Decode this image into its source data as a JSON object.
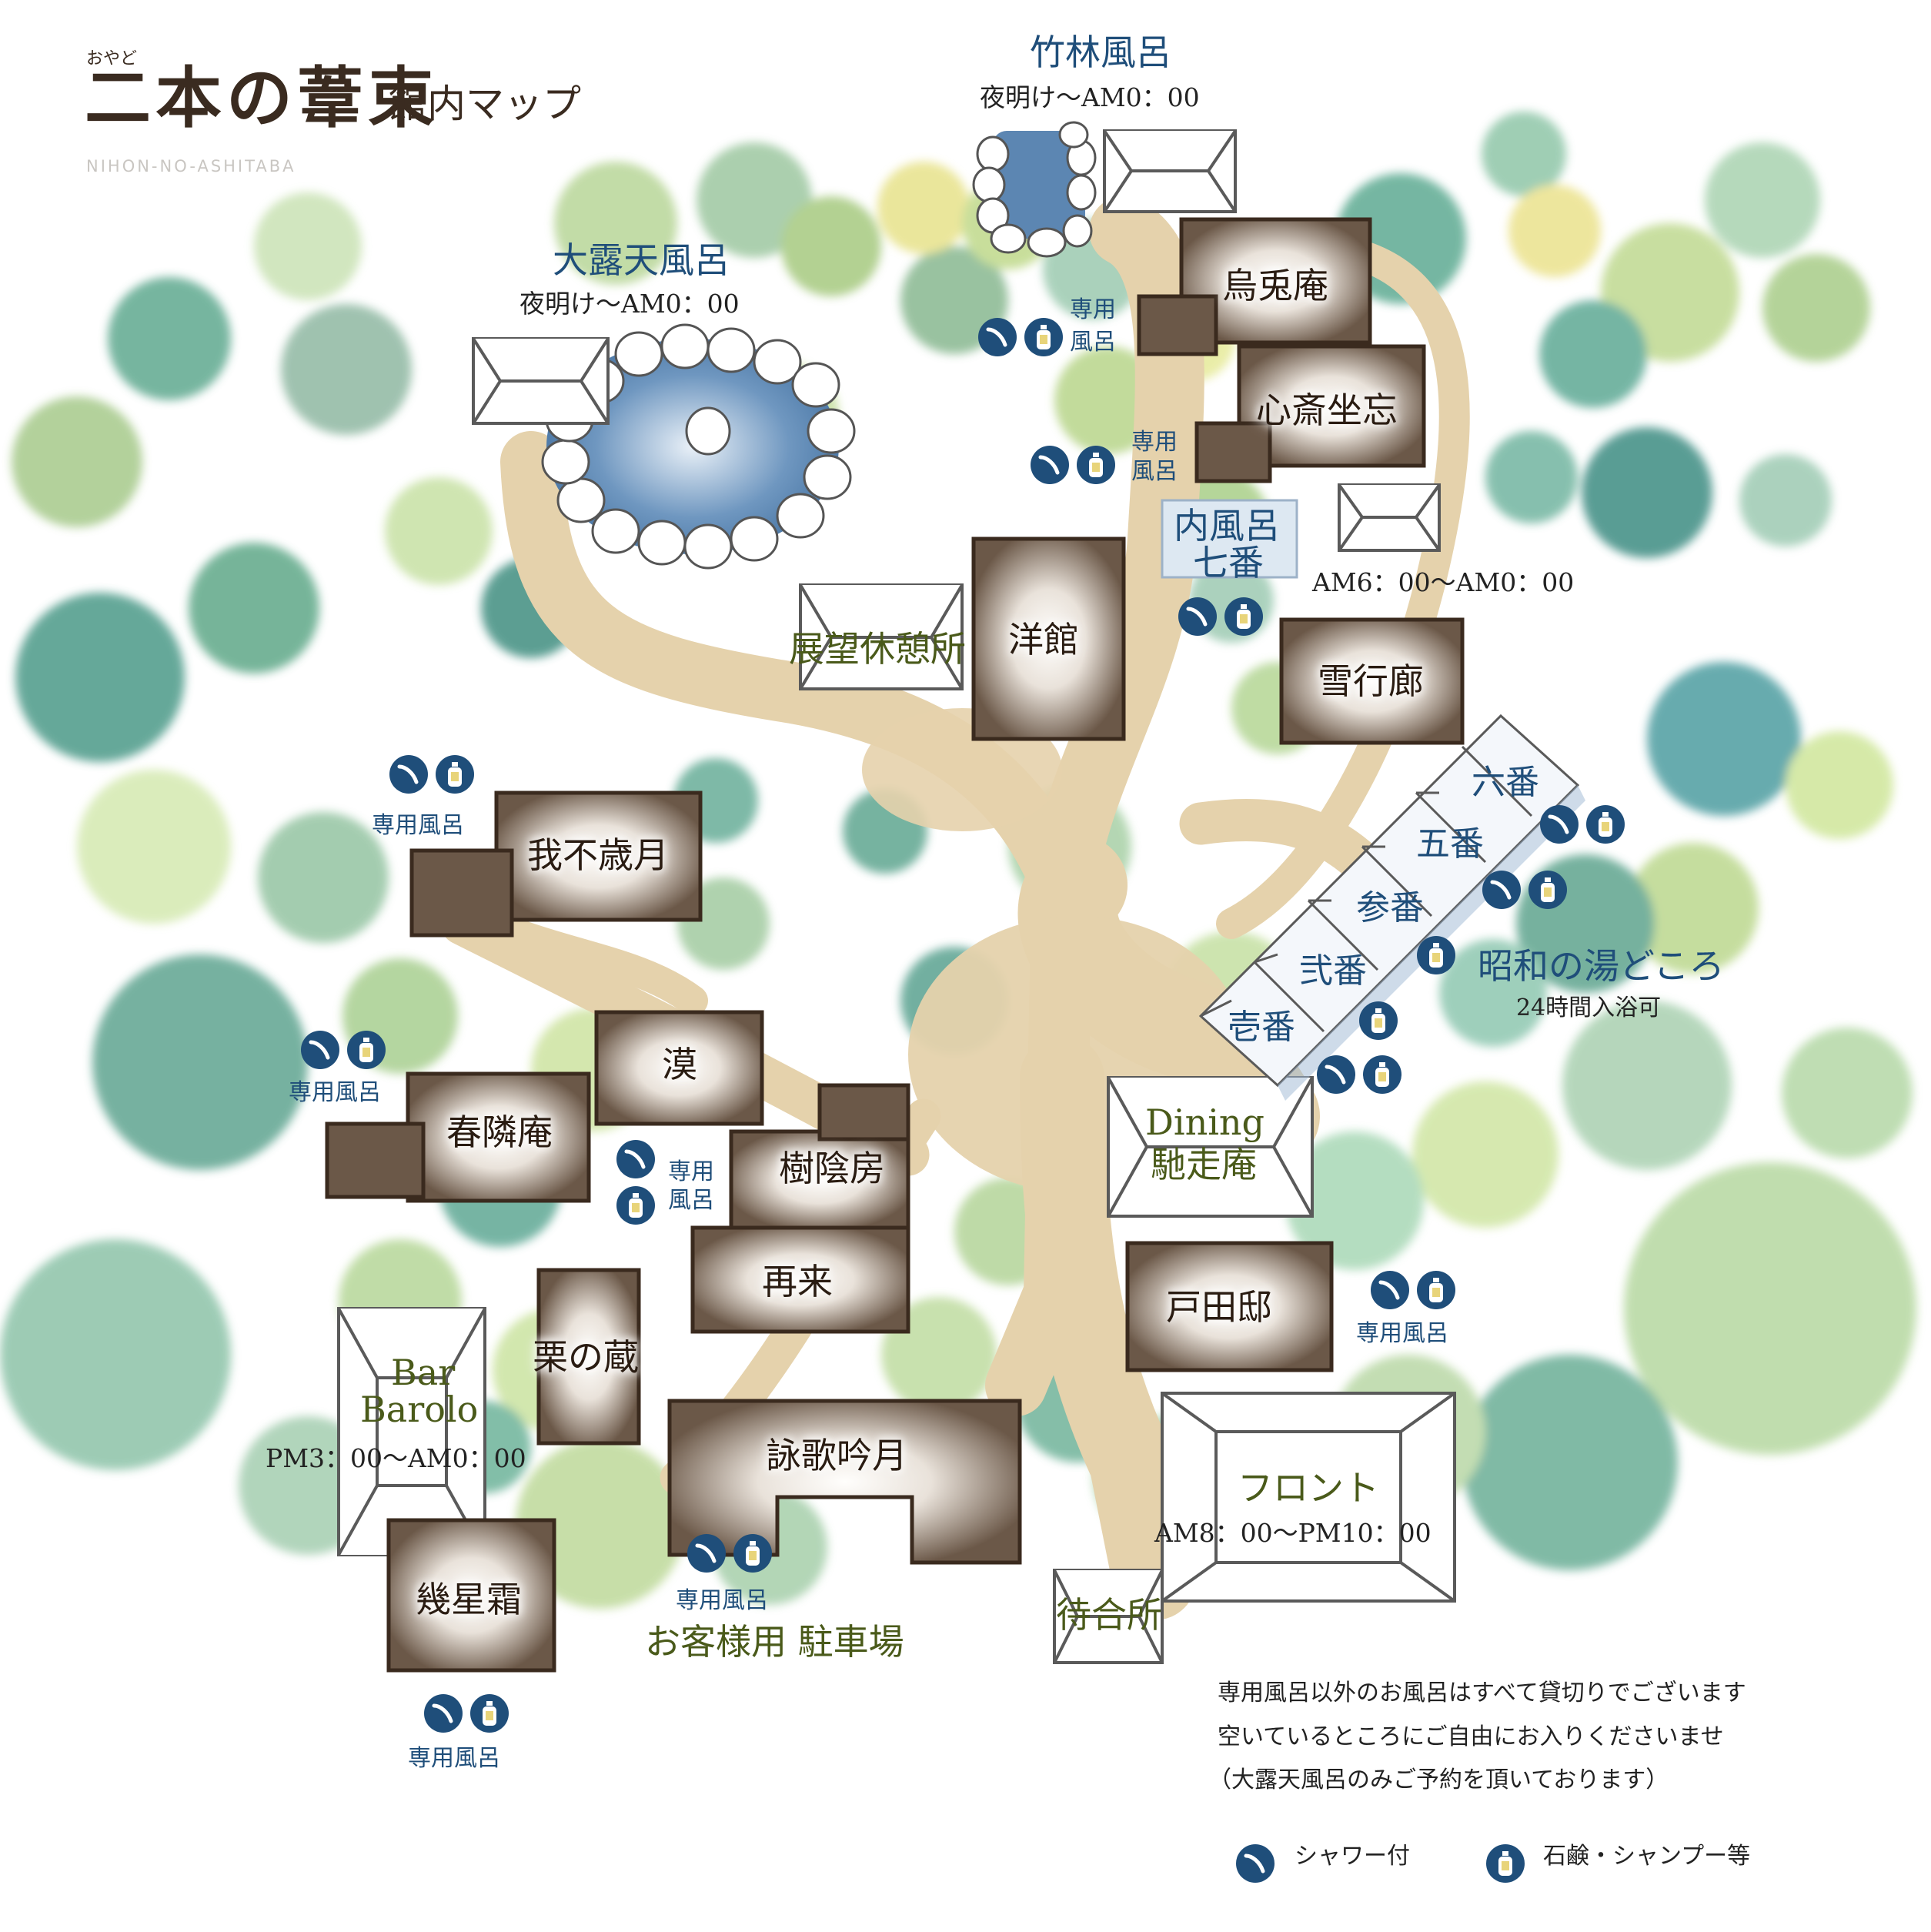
{
  "header": {
    "ruby": "おやど",
    "name": "二本の葦束",
    "subtitle": "館内マップ",
    "english": "NIHON-NO-ASHITABA"
  },
  "baths": {
    "bamboo": {
      "name": "竹林風呂",
      "hours": "夜明け〜AM0：00"
    },
    "rotenburo": {
      "name": "大露天風呂",
      "hours": "夜明け〜AM0：00"
    },
    "uchiburo": {
      "name_line1": "内風呂",
      "name_line2": "七番",
      "hours": "AM6：00〜AM0：00"
    },
    "showa": {
      "name": "昭和の湯どころ",
      "note": "24時間入浴可",
      "rooms": [
        "六番",
        "五番",
        "参番",
        "弐番",
        "壱番"
      ]
    }
  },
  "places": {
    "observation": "展望休憩所",
    "dining_line1": "Dining",
    "dining_line2": "馳走庵",
    "bar_line1": "Bar",
    "bar_line2": "Barolo",
    "bar_hours": "PM3：00〜AM0：00",
    "front": "フロント",
    "front_hours": "AM8：00〜PM10：00",
    "waiting": "待合所",
    "parking": "お客様用 駐車場"
  },
  "buildings": [
    "烏兎庵",
    "心斎坐忘",
    "洋館",
    "雪行廊",
    "我不歳月",
    "漠",
    "春隣庵",
    "樹陰房",
    "再来",
    "栗の蔵",
    "詠歌吟月",
    "戸田邸",
    "幾星霜"
  ],
  "private_bath": {
    "two_line_a": "専用",
    "two_line_b": "風呂",
    "single": "専用風呂"
  },
  "notes": [
    "専用風呂以外のお風呂はすべて貸切りでございます",
    "空いているところにご自由にお入りくださいませ",
    "（大露天風呂のみご予約を頂いております）"
  ],
  "legend": {
    "shower": "シャワー付",
    "soap": "石鹸・シャンプー等"
  },
  "colors": {
    "icon_blue": "#1f4e7a",
    "building_brown": "#6b5848",
    "path_tan": "#e9d8b5",
    "water": "#5c86b2",
    "tree_green": "#9cc890"
  },
  "icons": [
    "shower-icon",
    "soap-bottle-icon"
  ]
}
